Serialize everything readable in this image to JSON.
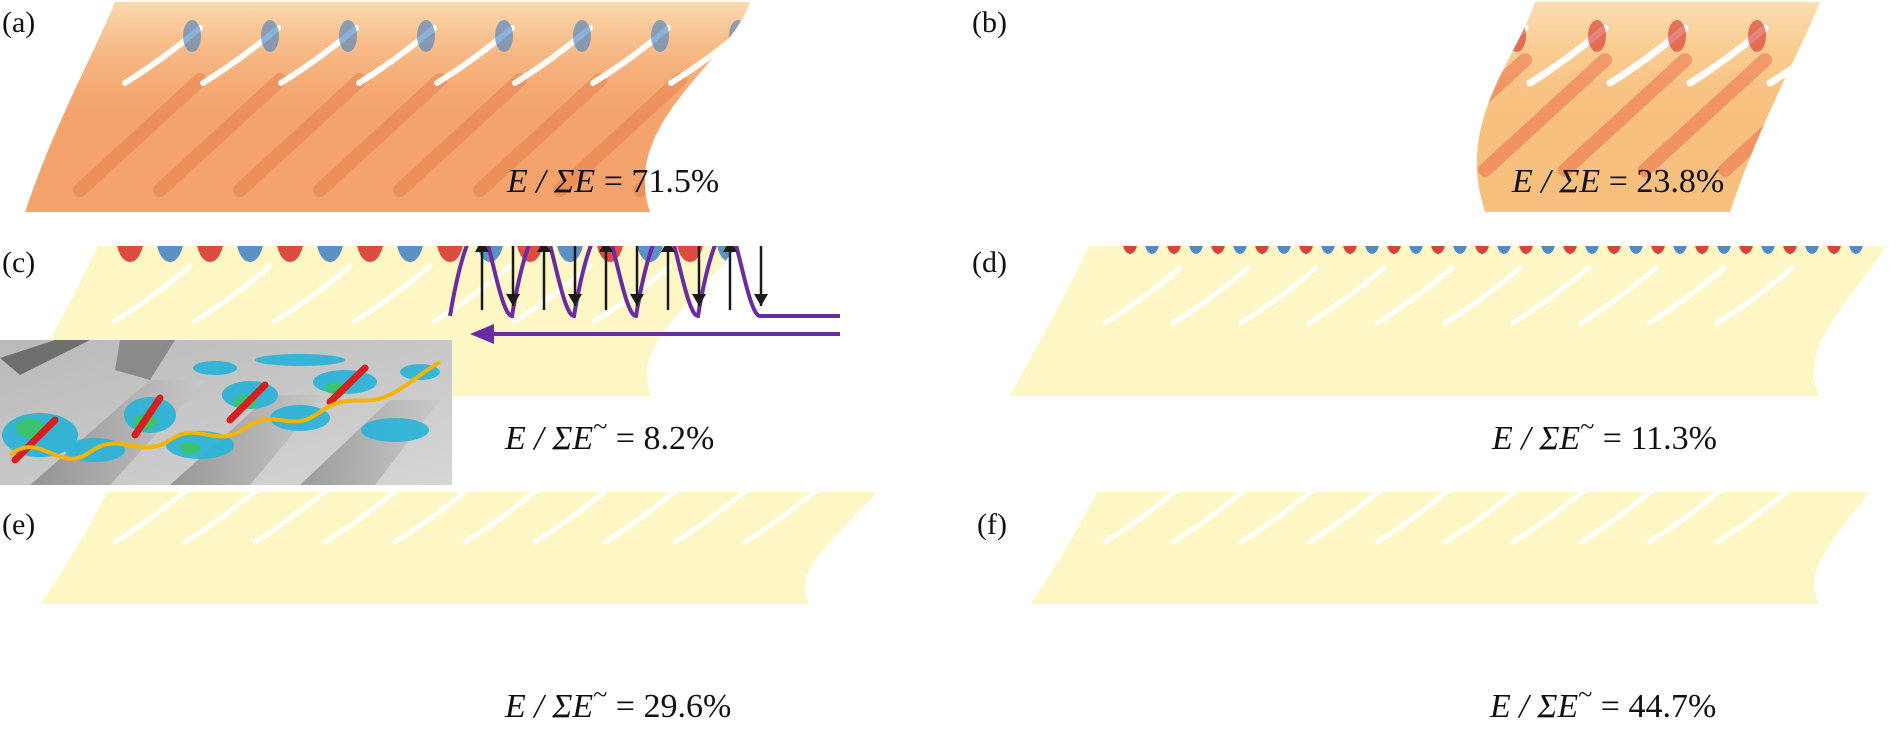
{
  "figure": {
    "panels": [
      {
        "label": "(a)",
        "ratio_prefix": "E / ΣE",
        "has_tilde": false,
        "ratio_value": " = 71.5%",
        "mode": "mean-steady"
      },
      {
        "label": "(b)",
        "ratio_prefix": "E / ΣE",
        "has_tilde": false,
        "ratio_value": " = 23.8%",
        "mode": "mean-steady-2"
      },
      {
        "label": "(c)",
        "ratio_prefix": "E / ΣE",
        "has_tilde": true,
        "ratio_value": " = 8.2%",
        "mode": "fluctuation-1"
      },
      {
        "label": "(d)",
        "ratio_prefix": "E / ΣE",
        "has_tilde": true,
        "ratio_value": " = 11.3%",
        "mode": "fluctuation-2"
      },
      {
        "label": "(e)",
        "ratio_prefix": "E / ΣE",
        "has_tilde": true,
        "ratio_value": " = 29.6%",
        "mode": "fluctuation-3"
      },
      {
        "label": "(f)",
        "ratio_prefix": "E / ΣE",
        "has_tilde": true,
        "ratio_value": " = 44.7%",
        "mode": "fluctuation-4"
      }
    ],
    "tilde_symbol": "~",
    "colors": {
      "warm_background": "#f4a36c",
      "pale_background": "#fdf7c6",
      "positive": "#d62f27",
      "negative": "#3f7fc4",
      "wave_line": "#6a2ca0",
      "arrow": "#1a1a1a",
      "inset_vortex": "#2fb4d8",
      "inset_path": "#f5b400"
    },
    "inset": {
      "icon": "vortex-isosurface-image"
    }
  }
}
